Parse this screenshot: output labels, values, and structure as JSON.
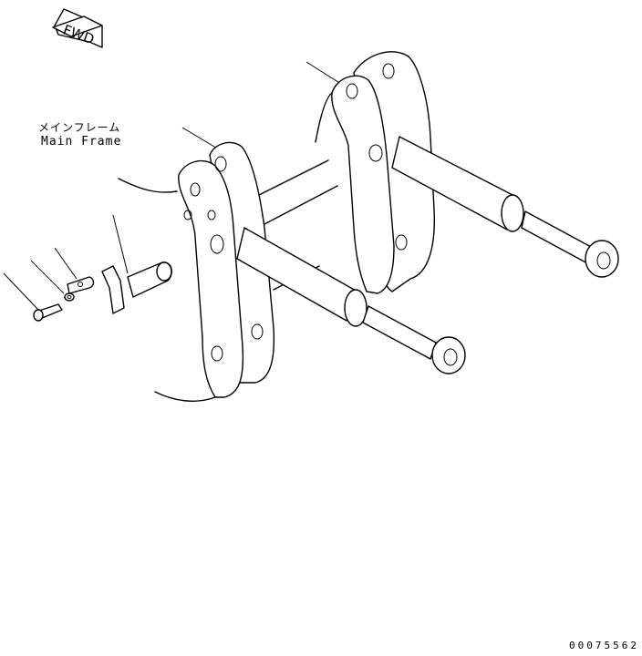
{
  "direction_badge": {
    "text": "FWD"
  },
  "labels": {
    "main_frame_jp": "メインフレーム",
    "main_frame_en": "Main Frame"
  },
  "drawing_number": "00075562"
}
